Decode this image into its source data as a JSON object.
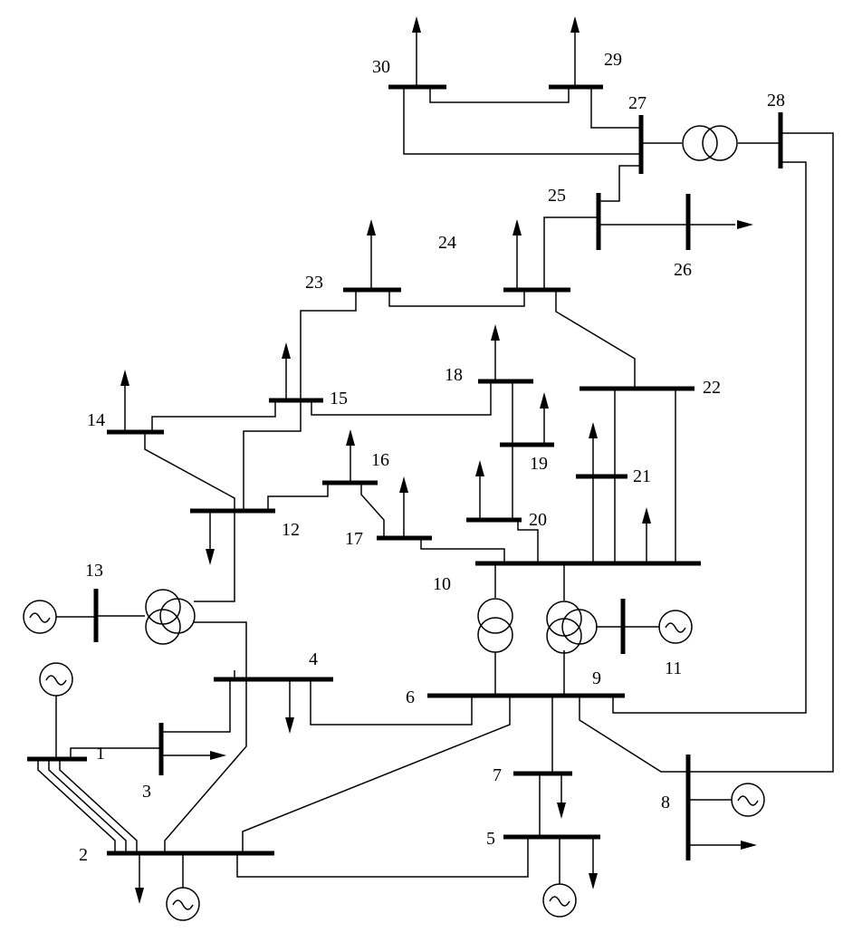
{
  "buses": [
    {
      "id": "bus-1",
      "label": "1"
    },
    {
      "id": "bus-2",
      "label": "2"
    },
    {
      "id": "bus-3",
      "label": "3"
    },
    {
      "id": "bus-4",
      "label": "4"
    },
    {
      "id": "bus-5",
      "label": "5"
    },
    {
      "id": "bus-6",
      "label": "6"
    },
    {
      "id": "bus-7",
      "label": "7"
    },
    {
      "id": "bus-8",
      "label": "8"
    },
    {
      "id": "bus-9",
      "label": "9"
    },
    {
      "id": "bus-10",
      "label": "10"
    },
    {
      "id": "bus-11",
      "label": "11"
    },
    {
      "id": "bus-12",
      "label": "12"
    },
    {
      "id": "bus-13",
      "label": "13"
    },
    {
      "id": "bus-14",
      "label": "14"
    },
    {
      "id": "bus-15",
      "label": "15"
    },
    {
      "id": "bus-16",
      "label": "16"
    },
    {
      "id": "bus-17",
      "label": "17"
    },
    {
      "id": "bus-18",
      "label": "18"
    },
    {
      "id": "bus-19",
      "label": "19"
    },
    {
      "id": "bus-20",
      "label": "20"
    },
    {
      "id": "bus-21",
      "label": "21"
    },
    {
      "id": "bus-22",
      "label": "22"
    },
    {
      "id": "bus-23",
      "label": "23"
    },
    {
      "id": "bus-24",
      "label": "24"
    },
    {
      "id": "bus-25",
      "label": "25"
    },
    {
      "id": "bus-26",
      "label": "26"
    },
    {
      "id": "bus-27",
      "label": "27"
    },
    {
      "id": "bus-28",
      "label": "28"
    },
    {
      "id": "bus-29",
      "label": "29"
    },
    {
      "id": "bus-30",
      "label": "30"
    }
  ],
  "generators": [
    "1",
    "2",
    "5",
    "8",
    "11",
    "13"
  ],
  "loads": [
    "2",
    "3",
    "4",
    "5",
    "7",
    "8",
    "10",
    "12",
    "14",
    "15",
    "16",
    "17",
    "18",
    "19",
    "20",
    "21",
    "23",
    "24",
    "26",
    "29",
    "30"
  ],
  "transformers": [
    {
      "type": "two-winding",
      "between": [
        "27",
        "28"
      ]
    },
    {
      "type": "two-winding",
      "between": [
        "6",
        "10"
      ]
    },
    {
      "type": "three-winding",
      "between": [
        "4",
        "12",
        "13"
      ]
    },
    {
      "type": "three-winding",
      "between": [
        "6",
        "9",
        "10",
        "11"
      ]
    }
  ]
}
